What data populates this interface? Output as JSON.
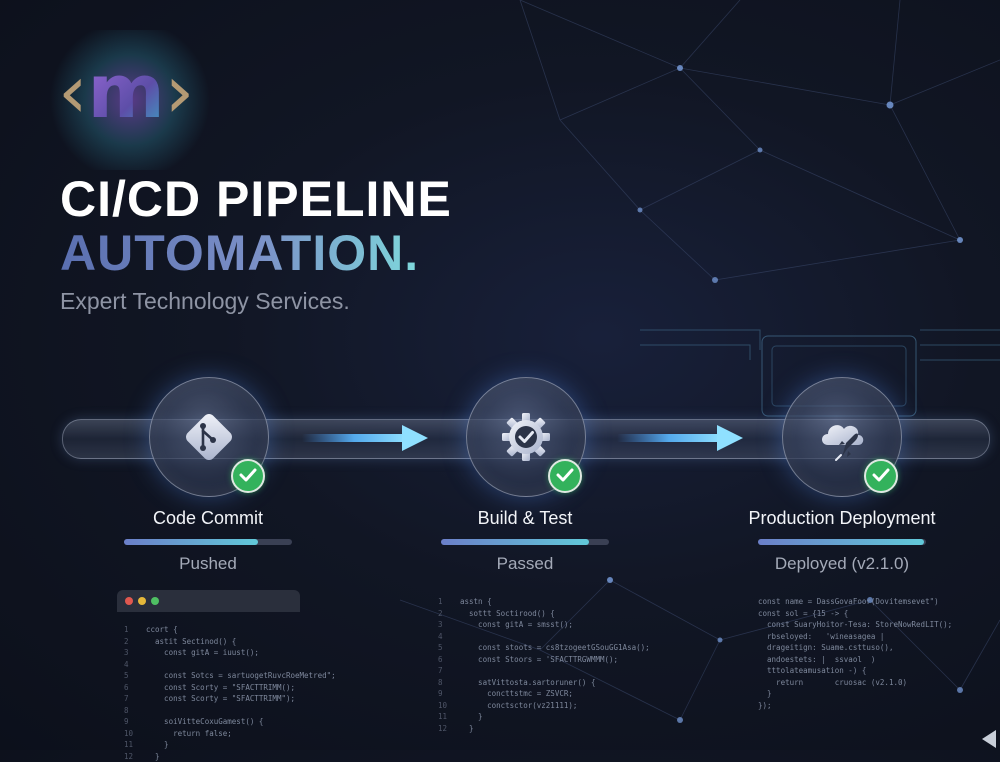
{
  "logo": {
    "left_bracket": "‹",
    "letter": "m",
    "right_bracket": "›"
  },
  "hero": {
    "title_line1": "CI/CD PIPELINE",
    "title_line2": "AUTOMATION.",
    "subtitle": "Expert Technology Services."
  },
  "stages": [
    {
      "label": "Code Commit",
      "status": "Pushed",
      "icon": "git-icon",
      "progress": 0.8
    },
    {
      "label": "Build & Test",
      "status": "Passed",
      "icon": "gear-check-icon",
      "progress": 0.88
    },
    {
      "label": "Production Deployment",
      "status": "Deployed (v2.1.0)",
      "icon": "cloud-rocket-icon",
      "progress": 0.99
    }
  ],
  "code_snippets": {
    "commit": [
      "ccort {",
      "  astit Sectinod() {",
      "    const gitA = iuust();",
      "",
      "    const Sotcs = sartuogetRuvcRoeMetred\";",
      "    const Scorty = \"SFACTTRIMM();",
      "    const Scorty = \"SFACTTRIMM\");",
      "",
      "    soiVitteCoxuGamest() {",
      "      return false;",
      "    }",
      "  }"
    ],
    "build": [
      "asstn {",
      "  sottt Soctirood() {",
      "    const gitA = smsst();",
      "",
      "    const stoots = cs8tzogeetGSouGG1Asa();",
      "    const Stoors = 'SFACTTRGWMMM();",
      "",
      "    satVittosta.sartoruner() {",
      "      concttstmc = ZSVCR;",
      "      conctsctor(vz21111);",
      "    }",
      "  }"
    ],
    "deploy": [
      "const name = DassGovaFoor(Dovitemsevet\")",
      "",
      "const sol = {15 -> {",
      "  const SuaryHoitor-Tesa: StoreNowRedLIT();",
      "  rbseloyed:   'wineasagea |",
      "  drageitign: Suame.csttuso(),",
      "  andoestets: |  ssvaol  )",
      "",
      "  tttolateamusation -) {",
      "    return       cruosac (v2.1.0)",
      "  }",
      "});"
    ]
  },
  "colors": {
    "background": "#111624",
    "accent_cyan": "#61c9d9",
    "accent_indigo": "#6b7fc9",
    "check_green": "#33b25c",
    "dot_red": "#e0584f",
    "dot_yellow": "#e5b83a",
    "dot_green": "#4fc063"
  }
}
